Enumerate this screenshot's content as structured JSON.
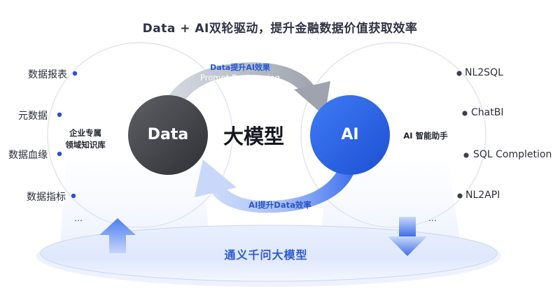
{
  "title": "Data + AI双轮驱动，提升金融数据价值获取效率",
  "left_items": [
    "数据报表",
    "元数据",
    "数据血缘",
    "数据指标"
  ],
  "left_ellipsis": "…",
  "left_caption_line1": "企业专属",
  "left_caption_line2": "领域知识库",
  "data_node": "Data",
  "center_label": "大模型",
  "ai_node": "AI",
  "right_caption": "AI 智能助手",
  "right_items": [
    "NL2SQL",
    "ChatBI",
    "SQL Completion",
    "NL2API"
  ],
  "right_ellipsis": "…",
  "top_arrow_line1": "Data提升AI效果",
  "top_arrow_line2": "Prompt Engineering",
  "bottom_arrow_label": "AI提升Data效率",
  "base_label": "通义千问大模型",
  "colors": {
    "title": "#303346",
    "data_node": "#4a4b50",
    "ai_node": "#2a62e6",
    "accent_blue": "#2c5ad6",
    "dot": "#2b4fd0",
    "dot_right": "#3c3f4a"
  }
}
